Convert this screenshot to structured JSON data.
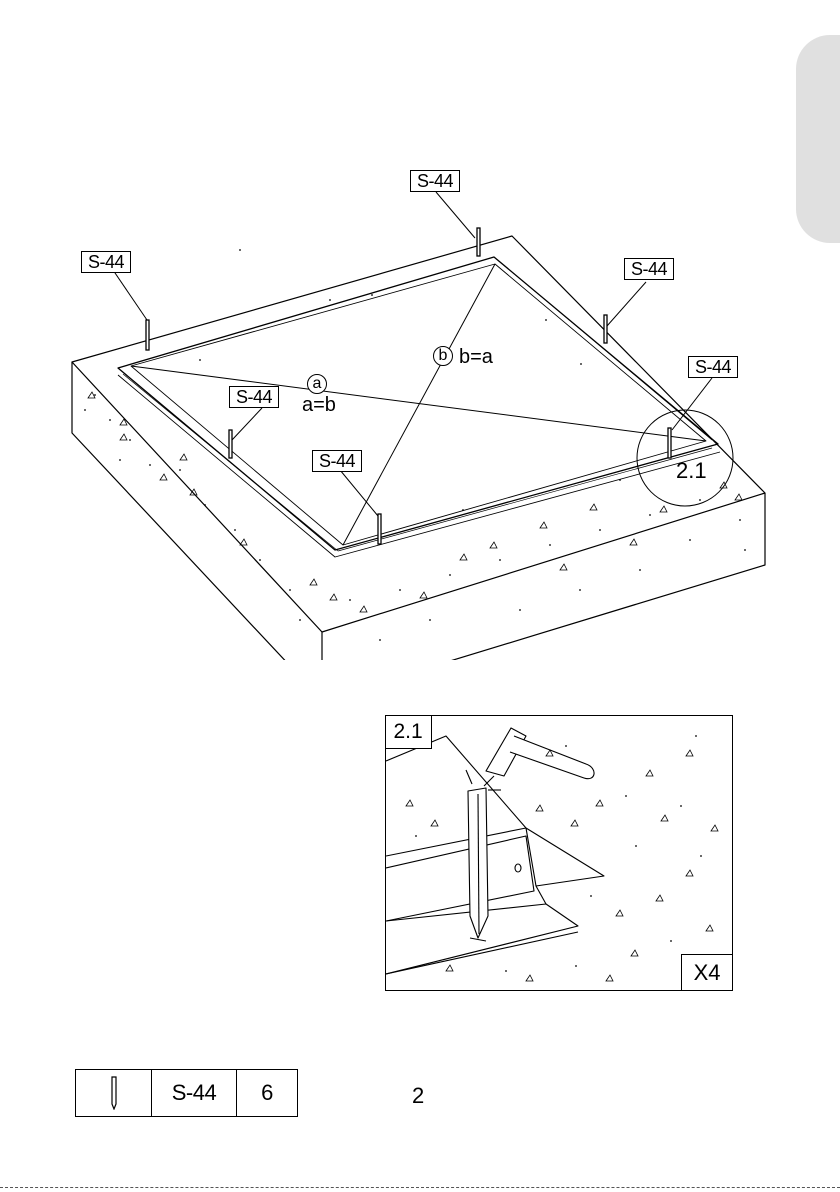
{
  "main_diagram": {
    "stake_labels": [
      "S-44",
      "S-44",
      "S-44",
      "S-44",
      "S-44",
      "S-44"
    ],
    "diag_a": {
      "marker": "a",
      "equation": "a=b"
    },
    "diag_b": {
      "marker": "b",
      "equation": "b=a"
    },
    "detail_callout": "2.1"
  },
  "detail": {
    "step_label": "2.1",
    "quantity_label": "X4"
  },
  "parts_table": {
    "icon": "stake-icon",
    "part_code": "S-44",
    "quantity": "6"
  },
  "page_number": "2"
}
